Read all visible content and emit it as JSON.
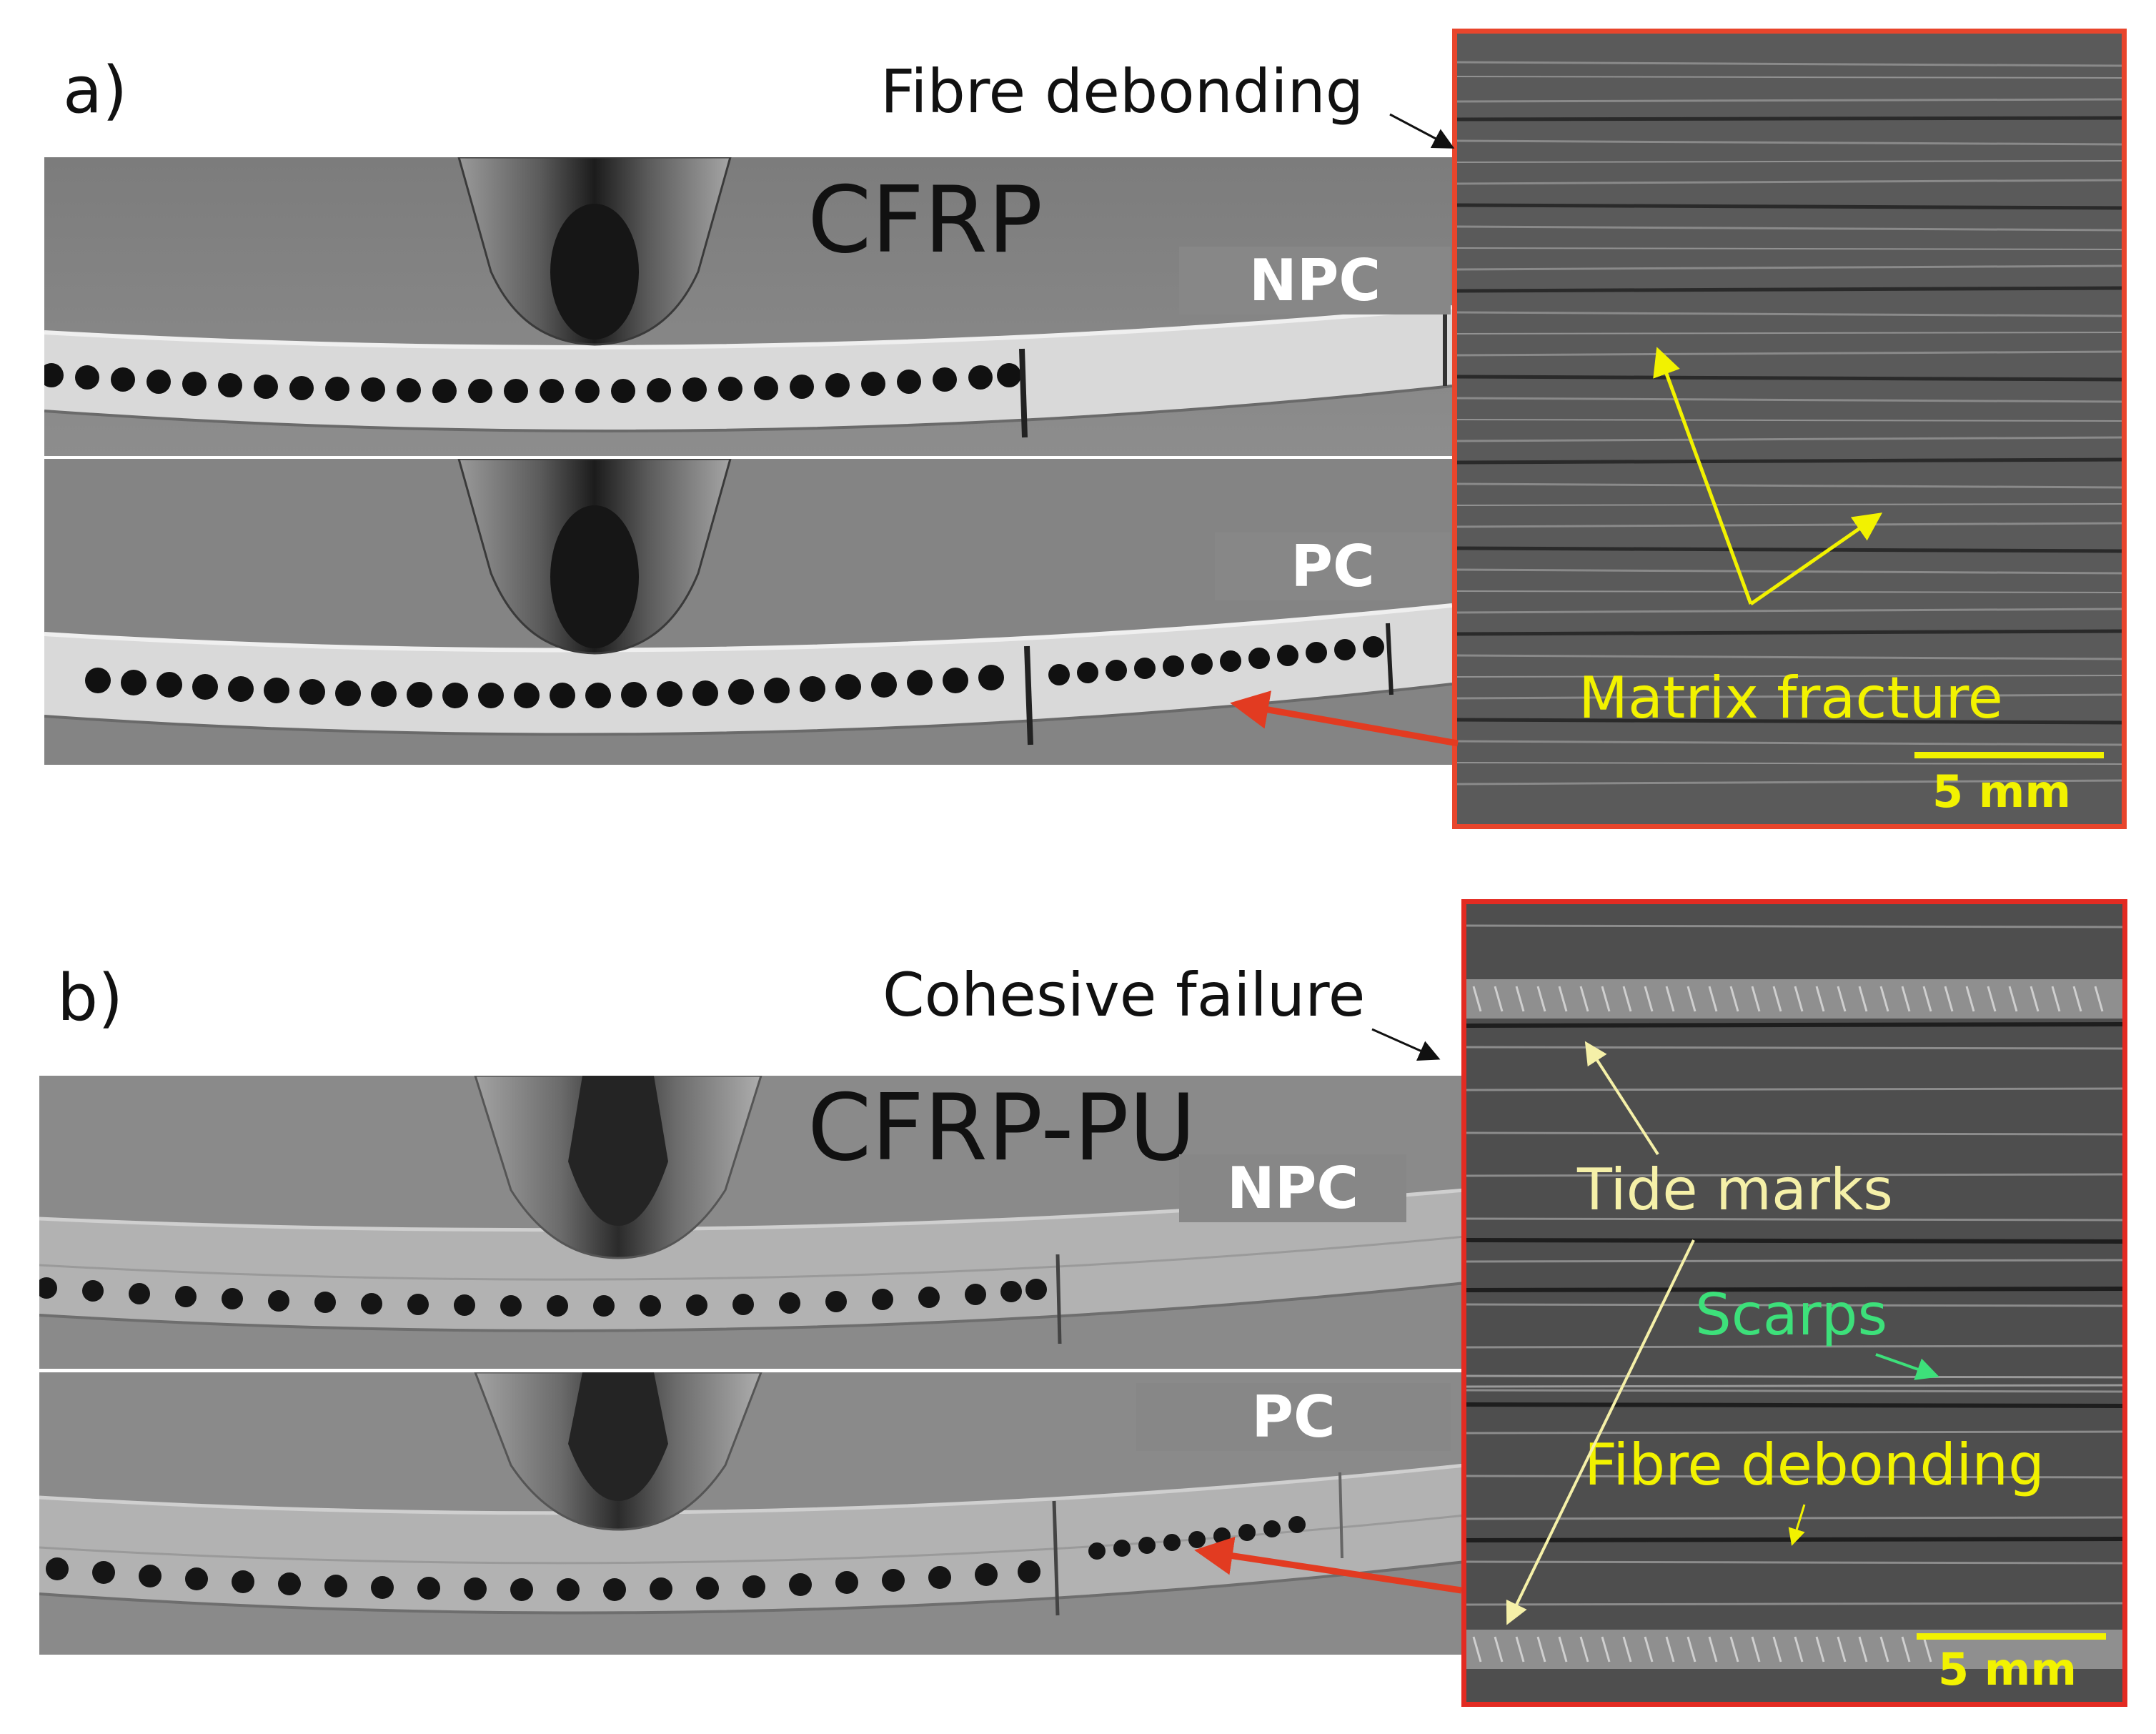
{
  "panel_a": {
    "letter": "a)",
    "annotation": "Fibre debonding",
    "material": "CFRP",
    "tag_npc": "NPC",
    "tag_pc": "PC",
    "micrograph": {
      "frame_color": "#e8452c",
      "label": "Matrix fracture",
      "label_color": "#f2f200",
      "scale_bar": "5 mm"
    }
  },
  "panel_b": {
    "letter": "b)",
    "annotation": "Cohesive failure",
    "material": "CFRP-PU",
    "tag_npc": "NPC",
    "tag_pc": "PC",
    "micrograph": {
      "frame_color": "#e32b22",
      "label_tide": "Tide marks",
      "label_tide_color": "#f5f0a8",
      "label_scarps": "Scarps",
      "label_scarps_color": "#3de07a",
      "label_debond": "Fibre debonding",
      "label_debond_color": "#f2f200",
      "scale_bar": "5 mm"
    }
  }
}
